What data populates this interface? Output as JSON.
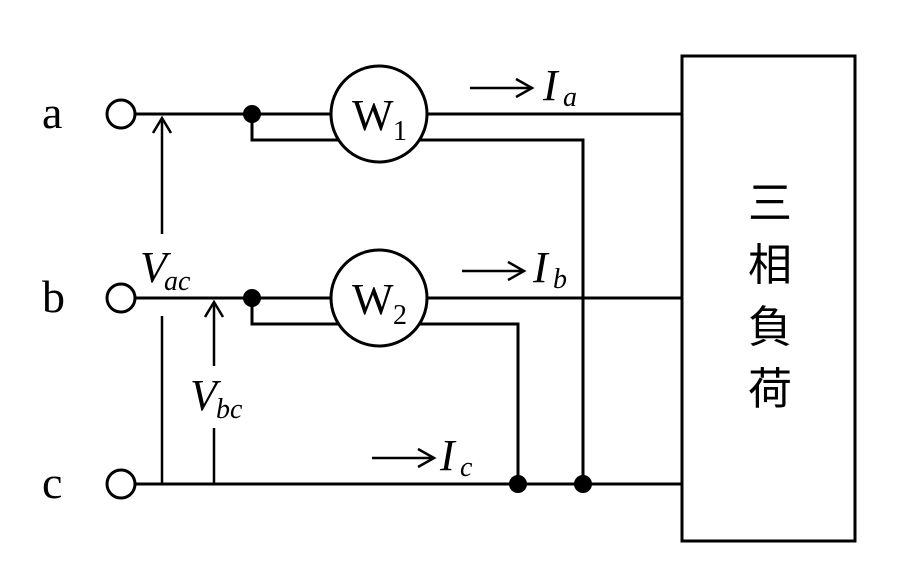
{
  "terminals": {
    "a": "a",
    "b": "b",
    "c": "c"
  },
  "meters": [
    {
      "label": "W",
      "sub": "1"
    },
    {
      "label": "W",
      "sub": "2"
    }
  ],
  "currents": [
    {
      "main": "I",
      "sub": "a"
    },
    {
      "main": "I",
      "sub": "b"
    },
    {
      "main": "I",
      "sub": "c"
    }
  ],
  "voltages": [
    {
      "main": "V",
      "sub": "ac"
    },
    {
      "main": "V",
      "sub": "bc"
    }
  ],
  "load": {
    "chars": [
      "三",
      "相",
      "負",
      "荷"
    ]
  },
  "colors": {
    "line": "#000000",
    "background": "#ffffff"
  }
}
